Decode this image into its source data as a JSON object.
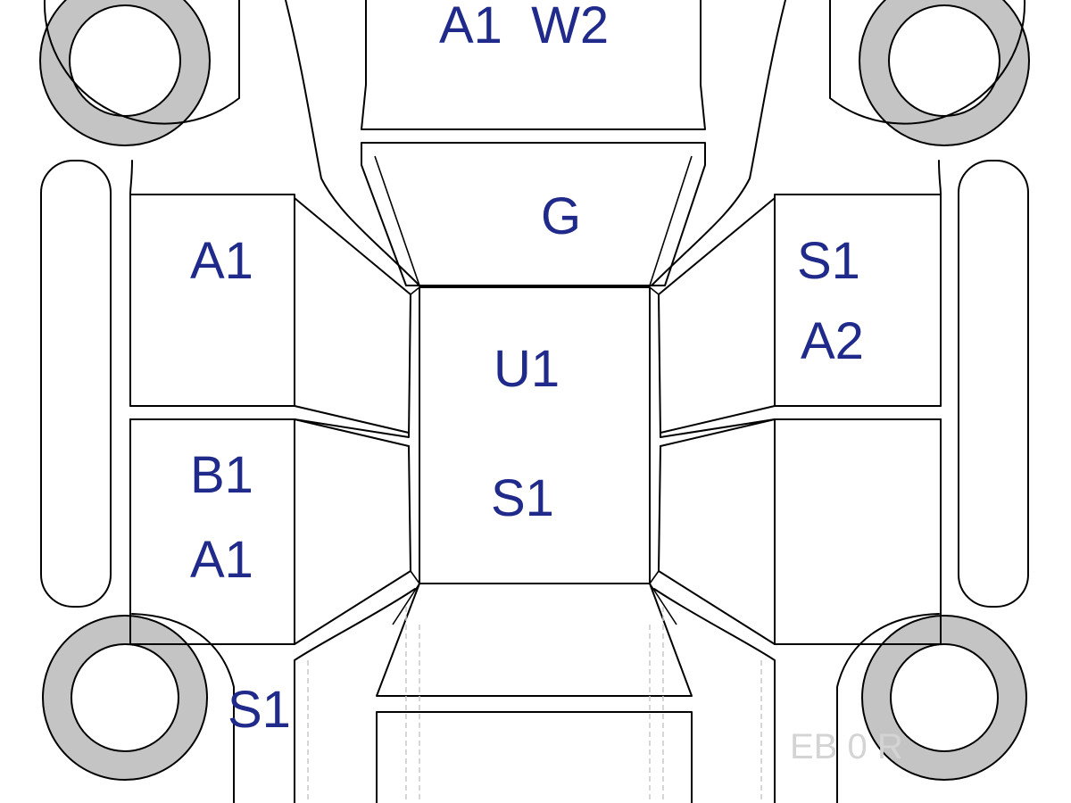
{
  "colors": {
    "label": "#1f2a8a",
    "tire": "#c4c4c4",
    "outline": "#000000"
  },
  "labels": {
    "hood": "A1  W2",
    "windshield": "G",
    "left_front_door": "A1",
    "left_rear_door_line1": "B1",
    "left_rear_door_line2": "A1",
    "right_front_door_line1": "S1",
    "right_front_door_line2": "A2",
    "roof_line1": "U1",
    "roof_line2": "S1",
    "left_rear_quarter": "S1"
  },
  "watermark": "EB 0 R"
}
